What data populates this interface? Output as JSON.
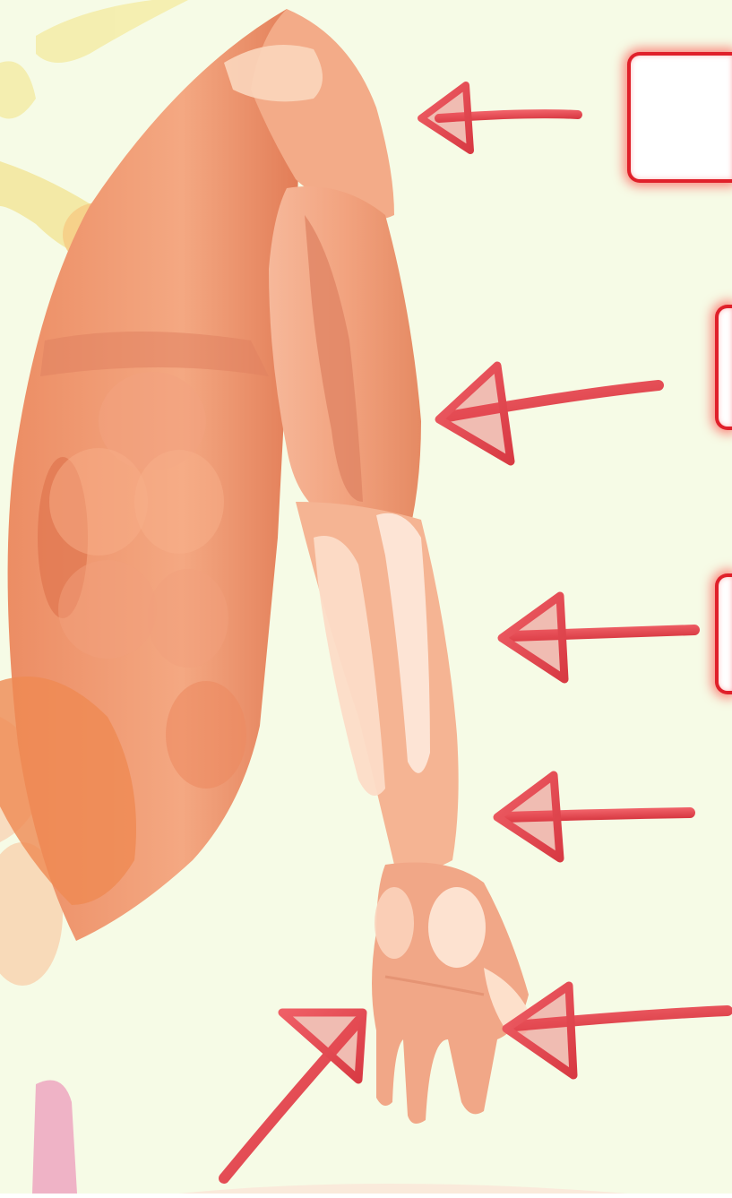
{
  "diagram": {
    "background": "#f6fbe6",
    "skin_colors": {
      "base": "#f0a37e",
      "dark": "#e17e58",
      "light": "#fad6bd",
      "highlight": "#fde8d8"
    },
    "arrow_color": "#e5474f",
    "label_box_border": "#e0202a",
    "label_box_fill": "#ffffff",
    "label_boxes": [
      {
        "id": "shoulder",
        "text": ""
      },
      {
        "id": "upper-arm",
        "text": ""
      },
      {
        "id": "elbow-forearm",
        "text": ""
      }
    ],
    "arrows": [
      {
        "target": "shoulder"
      },
      {
        "target": "upper-arm"
      },
      {
        "target": "forearm"
      },
      {
        "target": "wrist"
      },
      {
        "target": "thumb"
      },
      {
        "target": "fingers"
      }
    ]
  }
}
